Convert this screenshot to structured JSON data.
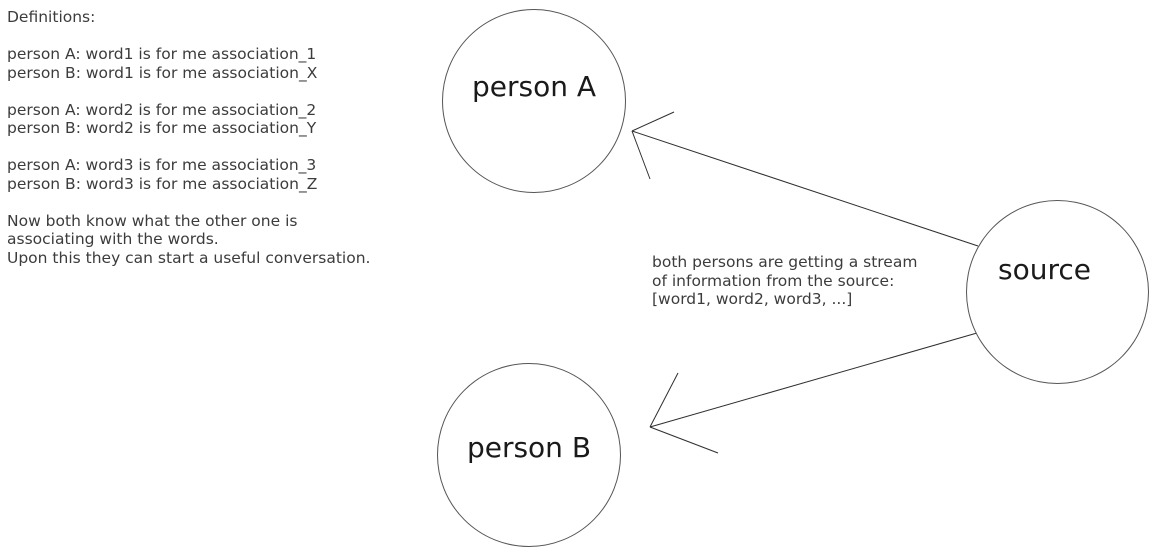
{
  "colors": {
    "background": "#ffffff",
    "line": "#2e2e2e",
    "body_text": "#3c3c3c",
    "label_text": "#1a1a1a"
  },
  "definitions_panel": {
    "heading": "Definitions:",
    "groups": [
      {
        "line_a": "person A: word1 is for me association_1",
        "line_b": "person B: word1 is for me association_X"
      },
      {
        "line_a": "person A: word2 is for me association_2",
        "line_b": "person B: word2 is for me association_Y"
      },
      {
        "line_a": "person A: word3 is for me association_3",
        "line_b": "person B: word3 is for me association_Z"
      }
    ],
    "conclusion": {
      "line1": "Now both know what the other one is",
      "line2": "associating with the words.",
      "line3": "Upon this they can start a useful conversation."
    }
  },
  "diagram": {
    "nodes": {
      "person_a": {
        "label": "person A"
      },
      "person_b": {
        "label": "person B"
      },
      "source": {
        "label": "source"
      }
    },
    "annotation": {
      "line1": "both persons are getting a stream",
      "line2": "of information from the source:",
      "line3": "[word1, word2, word3, ...]"
    },
    "arrows": [
      {
        "from": "source",
        "to": "person_a"
      },
      {
        "from": "source",
        "to": "person_b"
      }
    ]
  }
}
